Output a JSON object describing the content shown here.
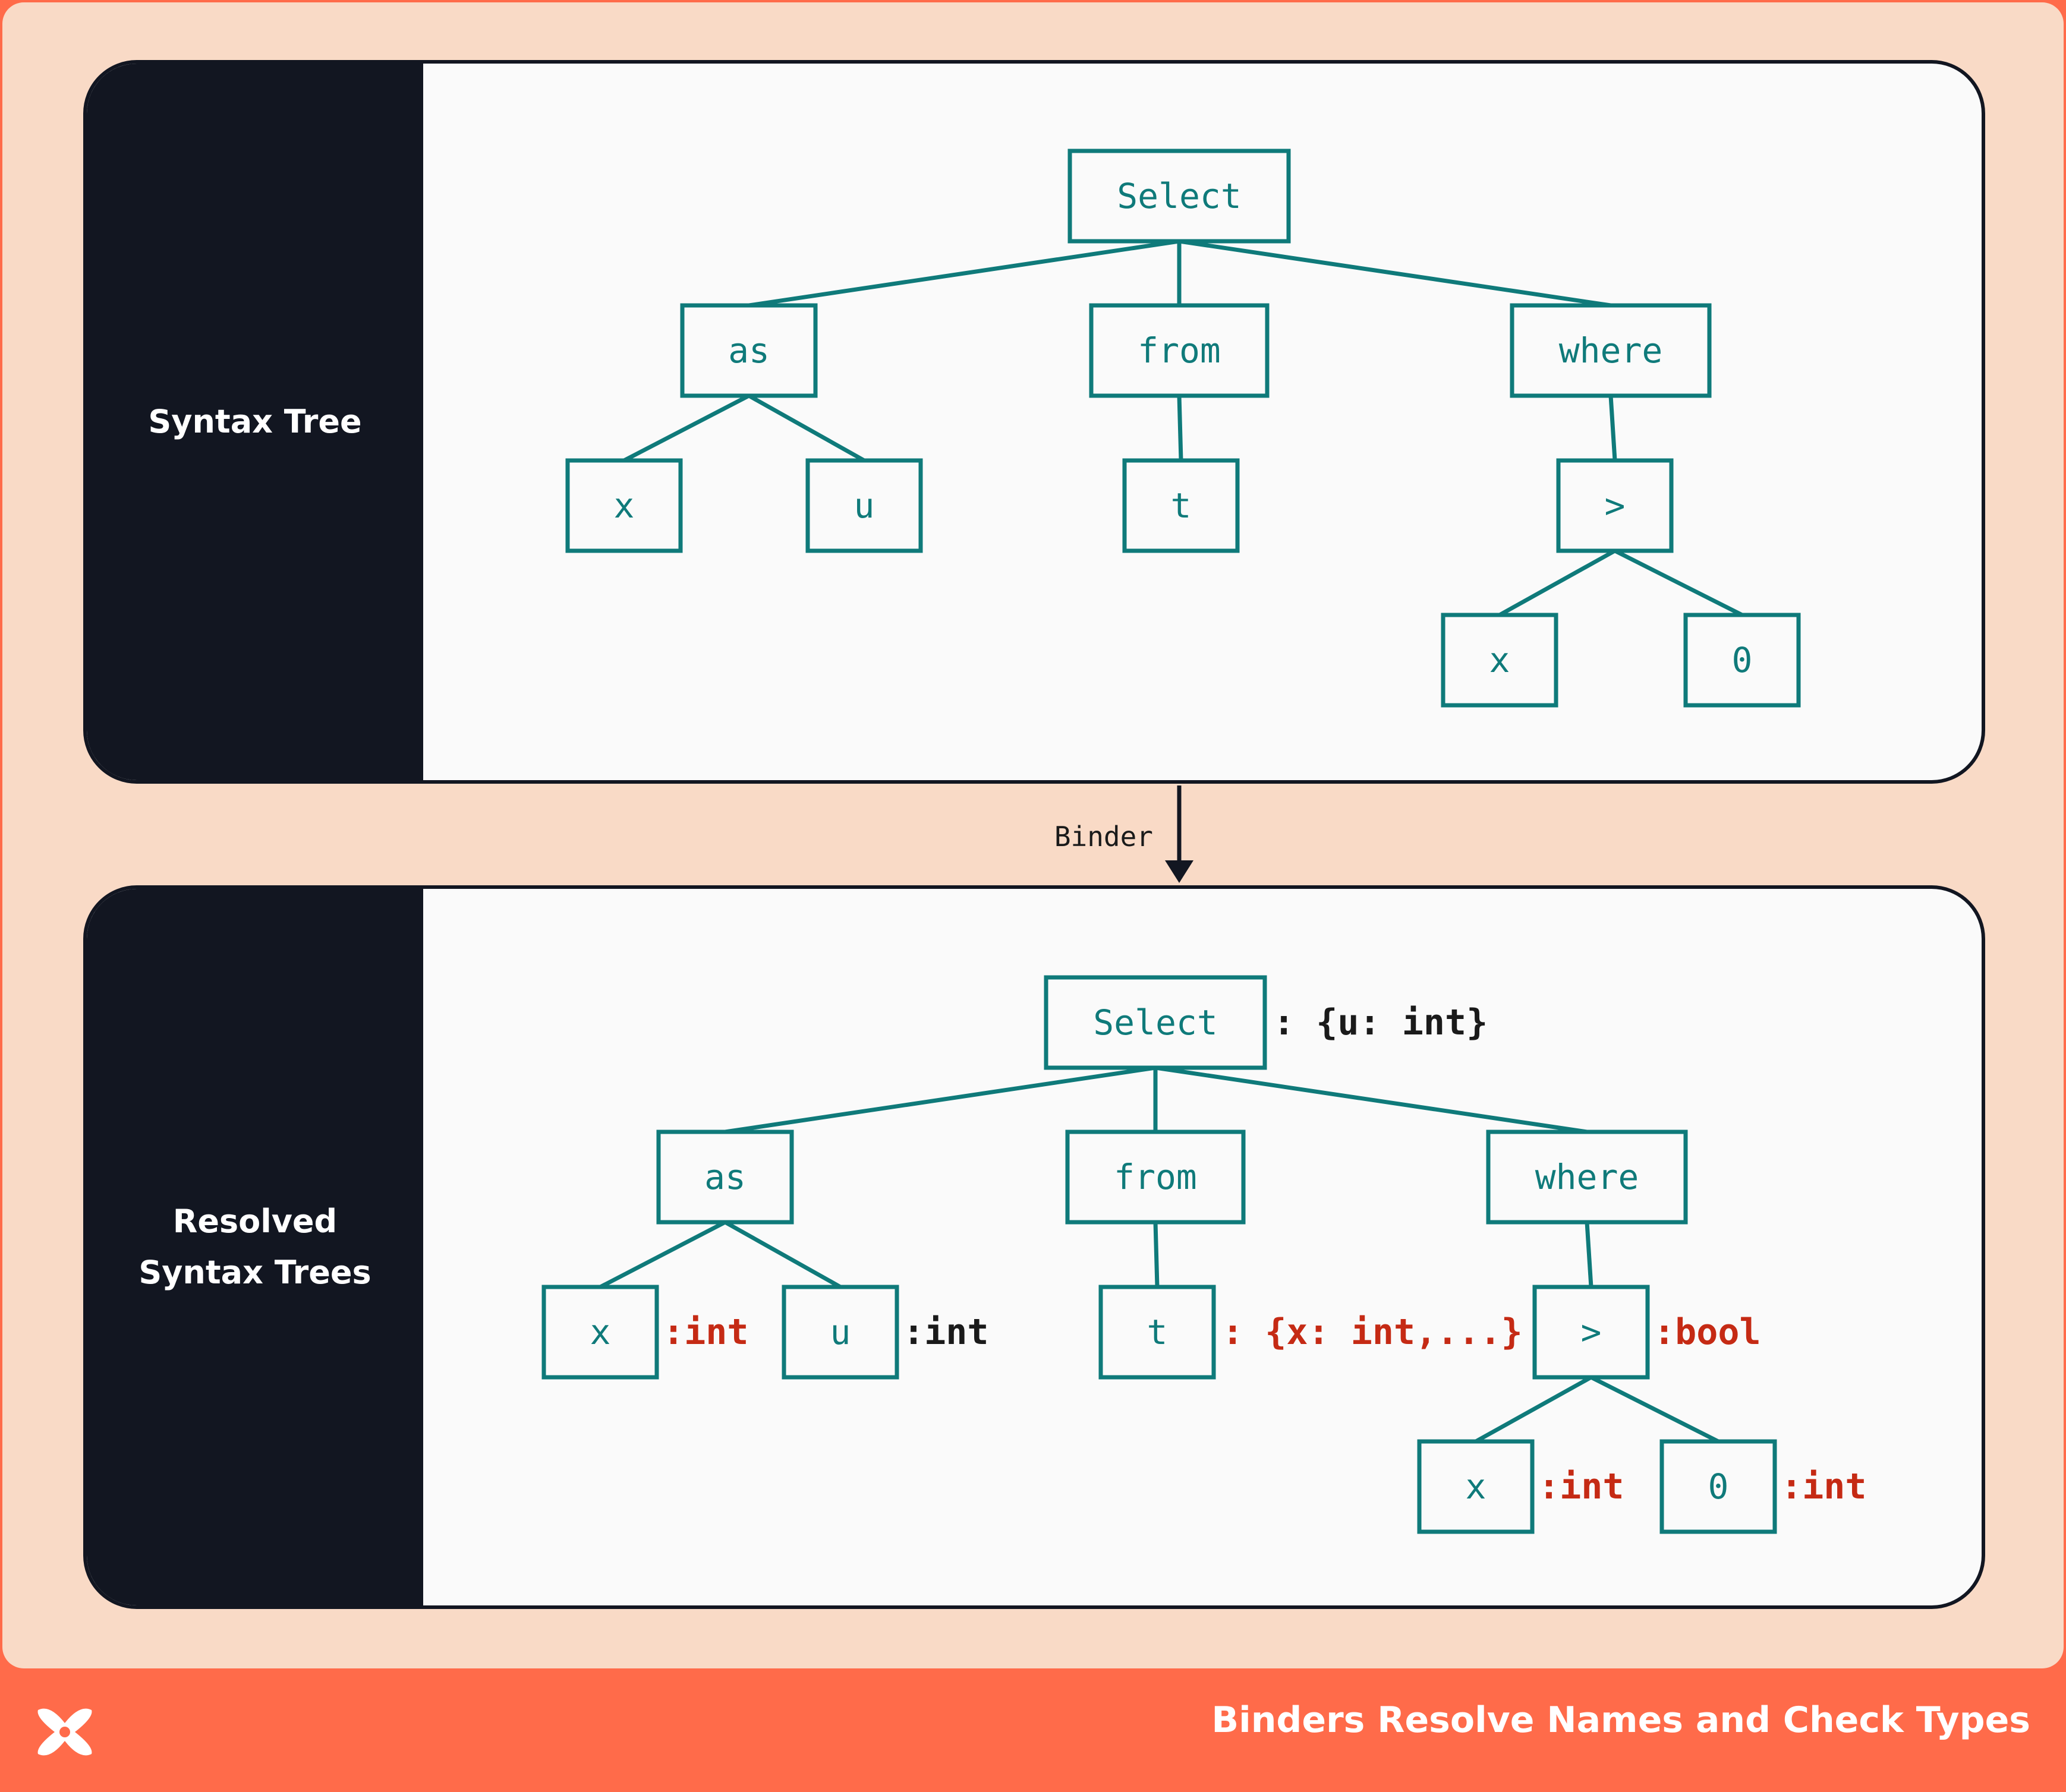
{
  "panels": [
    {
      "title_lines": [
        "Syntax Tree"
      ],
      "nodes": [
        {
          "id": "select",
          "label": "Select"
        },
        {
          "id": "as",
          "label": "as"
        },
        {
          "id": "from",
          "label": "from"
        },
        {
          "id": "where",
          "label": "where"
        },
        {
          "id": "x1",
          "label": "x"
        },
        {
          "id": "u",
          "label": "u"
        },
        {
          "id": "t",
          "label": "t"
        },
        {
          "id": "gt",
          "label": ">"
        },
        {
          "id": "x2",
          "label": "x"
        },
        {
          "id": "zero",
          "label": "0"
        }
      ],
      "edges": [
        [
          "select",
          "as"
        ],
        [
          "select",
          "from"
        ],
        [
          "select",
          "where"
        ],
        [
          "as",
          "x1"
        ],
        [
          "as",
          "u"
        ],
        [
          "from",
          "t"
        ],
        [
          "where",
          "gt"
        ],
        [
          "gt",
          "x2"
        ],
        [
          "gt",
          "zero"
        ]
      ]
    },
    {
      "title_lines": [
        "Resolved",
        "Syntax Trees"
      ],
      "nodes": [
        {
          "id": "select",
          "label": "Select",
          "annotation": ": {u: int}",
          "annotation_color": "dark"
        },
        {
          "id": "as",
          "label": "as"
        },
        {
          "id": "from",
          "label": "from"
        },
        {
          "id": "where",
          "label": "where"
        },
        {
          "id": "x1",
          "label": "x",
          "annotation": ":int",
          "annotation_color": "red"
        },
        {
          "id": "u",
          "label": "u",
          "annotation": ":int",
          "annotation_color": "dark"
        },
        {
          "id": "t",
          "label": "t",
          "annotation": ": {x: int,...}",
          "annotation_color": "red"
        },
        {
          "id": "gt",
          "label": ">",
          "annotation": ":bool",
          "annotation_color": "red"
        },
        {
          "id": "x2",
          "label": "x",
          "annotation": ":int",
          "annotation_color": "red"
        },
        {
          "id": "zero",
          "label": "0",
          "annotation": ":int",
          "annotation_color": "red"
        }
      ],
      "edges": [
        [
          "select",
          "as"
        ],
        [
          "select",
          "from"
        ],
        [
          "select",
          "where"
        ],
        [
          "as",
          "x1"
        ],
        [
          "as",
          "u"
        ],
        [
          "from",
          "t"
        ],
        [
          "where",
          "gt"
        ],
        [
          "gt",
          "x2"
        ],
        [
          "gt",
          "zero"
        ]
      ]
    }
  ],
  "arrow_label": "Binder",
  "footer": {
    "title": "Binders Resolve Names and Check Types",
    "logo_icon": "x-logo-icon"
  },
  "colors": {
    "node": "#0f7a7a",
    "annotation_red": "#c52a14",
    "panel_side": "#121621",
    "footer": "#ff6b4a",
    "background": "#f9dac6"
  }
}
